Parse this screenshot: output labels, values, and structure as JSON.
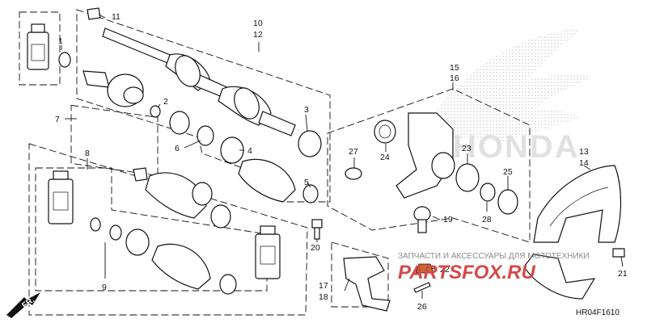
{
  "callouts": {
    "c1": "1",
    "c2": "2",
    "c3": "3",
    "c4": "4",
    "c5": "5",
    "c6": "6",
    "c7": "7",
    "c8": "8",
    "c9": "9",
    "c10": "10",
    "c11": "11",
    "c12": "12",
    "c13": "13",
    "c14": "14",
    "c15": "15",
    "c16": "16",
    "c17": "17",
    "c18": "18",
    "c19": "19",
    "c20": "20",
    "c21": "21",
    "c22": "22",
    "c23": "23",
    "c24": "24",
    "c25": "25",
    "c26": "26",
    "c27": "27",
    "c28": "28"
  },
  "front_arrow": "FR.",
  "diagram_code": "HR04F1610",
  "watermark": {
    "brand_word": "HONDA",
    "tagline": "ЗАПЧАСТИ И АКСЕССУАРЫ ДЛЯ МОТОТЕХНИКИ",
    "logo": "PARTSFOX.RU"
  },
  "colors": {
    "line": "#111111",
    "watermark_red": "#d44a4a",
    "watermark_gray": "#8a8a8a"
  }
}
